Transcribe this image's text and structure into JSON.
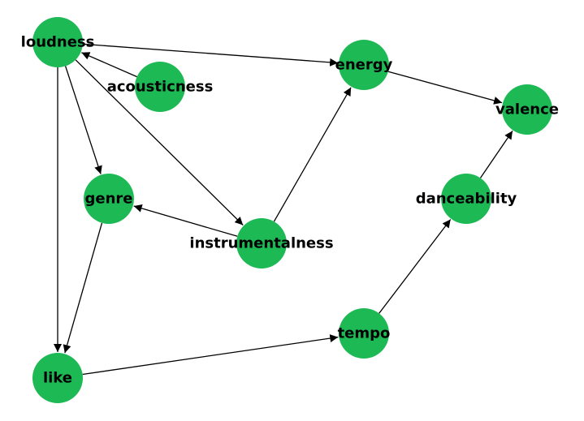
{
  "graph": {
    "node_color": "#1db954",
    "edge_color": "#000000",
    "label_color": "#000000",
    "nodes": [
      {
        "id": "loudness",
        "label": "loudness"
      },
      {
        "id": "acousticness",
        "label": "acousticness"
      },
      {
        "id": "energy",
        "label": "energy"
      },
      {
        "id": "valence",
        "label": "valence"
      },
      {
        "id": "genre",
        "label": "genre"
      },
      {
        "id": "danceability",
        "label": "danceability"
      },
      {
        "id": "instrumentalness",
        "label": "instrumentalness"
      },
      {
        "id": "tempo",
        "label": "tempo"
      },
      {
        "id": "like",
        "label": "like"
      }
    ],
    "edges": [
      {
        "from": "acousticness",
        "to": "loudness"
      },
      {
        "from": "loudness",
        "to": "energy"
      },
      {
        "from": "loudness",
        "to": "genre"
      },
      {
        "from": "loudness",
        "to": "instrumentalness"
      },
      {
        "from": "loudness",
        "to": "like"
      },
      {
        "from": "energy",
        "to": "valence"
      },
      {
        "from": "instrumentalness",
        "to": "energy"
      },
      {
        "from": "instrumentalness",
        "to": "genre"
      },
      {
        "from": "genre",
        "to": "like"
      },
      {
        "from": "like",
        "to": "tempo"
      },
      {
        "from": "tempo",
        "to": "danceability"
      },
      {
        "from": "danceability",
        "to": "valence"
      }
    ]
  }
}
